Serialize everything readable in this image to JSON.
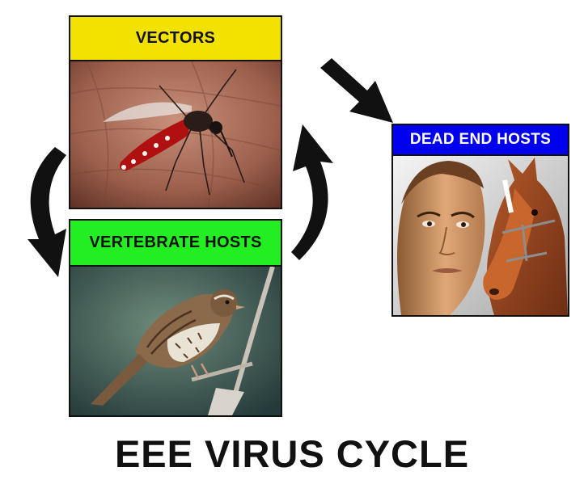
{
  "panels": {
    "vectors": {
      "label": "VECTORS",
      "color": "#f3e100",
      "image": "mosquito-on-skin"
    },
    "vertebrate_hosts": {
      "label": "VERTEBRATE HOSTS",
      "color": "#22ee22",
      "image": "sparrow-on-branch"
    },
    "dead_end_hosts": {
      "label": "DEAD END HOSTS",
      "color": "#0000ee",
      "image": "human-and-horse"
    }
  },
  "title": "EEE VIRUS CYCLE",
  "arrows": [
    "vectors-to-vertebrate-arrow",
    "vertebrate-to-vectors-arrow",
    "vectors-to-dead-end-arrow"
  ]
}
